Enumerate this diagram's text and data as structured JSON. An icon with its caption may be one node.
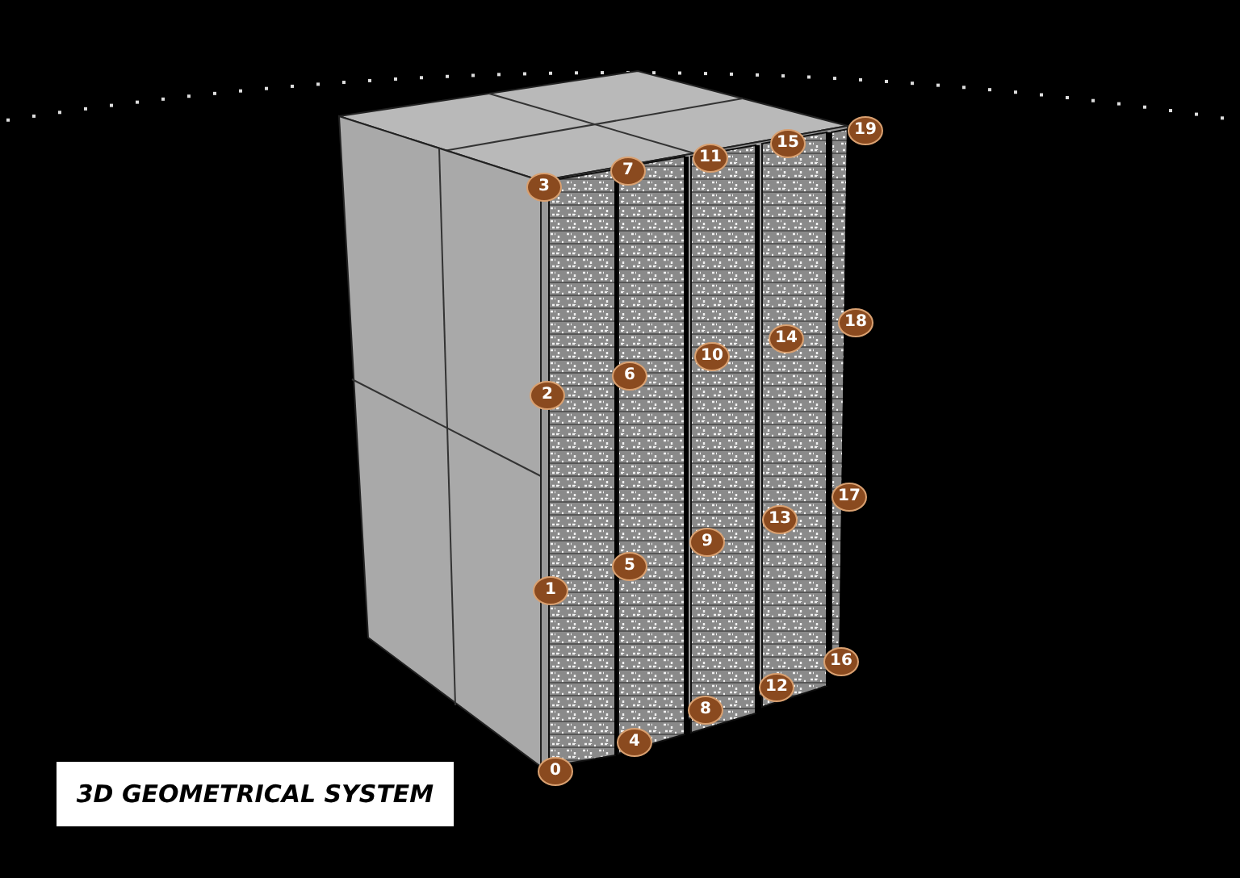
{
  "diagram": {
    "title": "3D GEOMETRICAL SYSTEM",
    "labels": [
      "0",
      "1",
      "2",
      "3",
      "4",
      "5",
      "6",
      "7",
      "8",
      "9",
      "10",
      "11",
      "12",
      "13",
      "14",
      "15",
      "16",
      "17",
      "18",
      "19"
    ]
  }
}
